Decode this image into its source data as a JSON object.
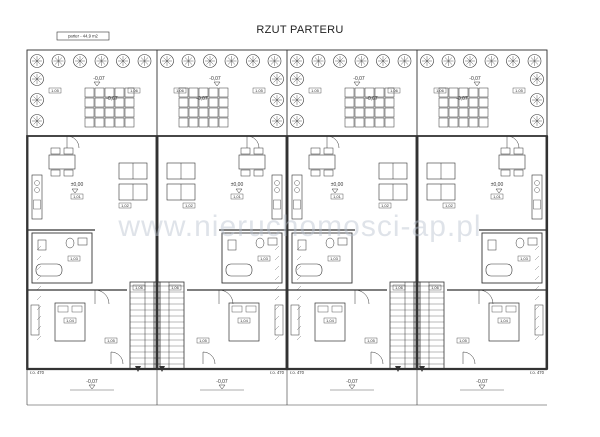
{
  "title": "RZUT PARTERU",
  "area_label": "parter - 44,9 m2",
  "watermark": "www.nieruchomosci-ap.pl",
  "units": [
    {
      "terrace_level": "-0,07",
      "terrace_level_2": "-0,07",
      "floor_level": "±0,00",
      "front_level": "-0,07",
      "bottom_note": "r.o. 470",
      "room_tags": [
        "1,01",
        "1,02",
        "1,03",
        "1,04",
        "1,05",
        "1,06"
      ]
    },
    {
      "terrace_level": "-0,07",
      "terrace_level_2": "-0,07",
      "floor_level": "±0,00",
      "front_level": "-0,07",
      "bottom_note": "r.o. 470",
      "room_tags": [
        "1,01",
        "1,02",
        "1,03",
        "1,04",
        "1,05",
        "1,06"
      ]
    },
    {
      "terrace_level": "-0,07",
      "terrace_level_2": "-0,07",
      "floor_level": "±0,00",
      "front_level": "-0,07",
      "bottom_note": "r.o. 470",
      "room_tags": [
        "1,01",
        "1,02",
        "1,03",
        "1,04",
        "1,05",
        "1,06"
      ]
    },
    {
      "terrace_level": "-0,07",
      "terrace_level_2": "-0,07",
      "floor_level": "±0,00",
      "front_level": "-0,07",
      "bottom_note": "r.o. 470",
      "room_tags": [
        "1,01",
        "1,02",
        "1,03",
        "1,04",
        "1,05",
        "1,06"
      ]
    }
  ]
}
